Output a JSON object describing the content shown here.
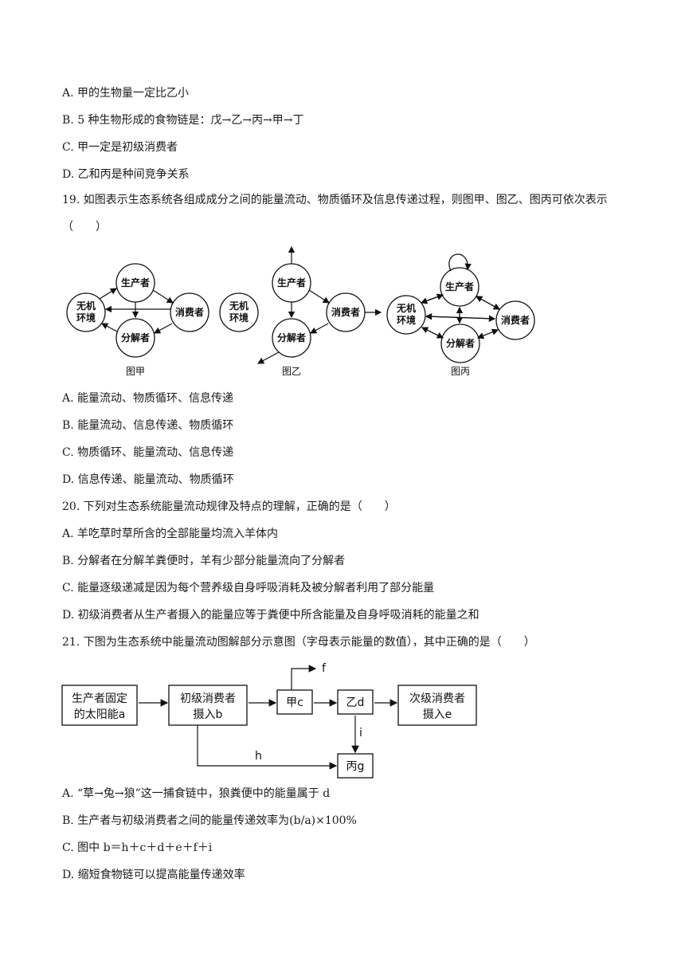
{
  "q18": {
    "options": [
      "A. 甲的生物量一定比乙小",
      "B. 5 种生物形成的食物链是：戊→乙→丙→甲→丁",
      "C. 甲一定是初级消费者",
      "D. 乙和丙是种间竞争关系"
    ]
  },
  "q19": {
    "stem": "19. 如图表示生态系统各组成成分之间的能量流动、物质循环及信息传递过程，则图甲、图乙、图丙可依次表示（　　）",
    "nodes": {
      "producer": "生产者",
      "consumer": "消费者",
      "decomposer": "分解者",
      "env_line1": "无机",
      "env_line2": "环境"
    },
    "figure_labels": [
      "图甲",
      "图乙",
      "图丙"
    ],
    "options": [
      "A. 能量流动、物质循环、信息传递",
      "B. 能量流动、信息传递、物质循环",
      "C. 物质循环、能量流动、信息传递",
      "D. 信息传递、能量流动、物质循环"
    ]
  },
  "q20": {
    "stem": "20. 下列对生态系统能量流动规律及特点的理解，正确的是（　　）",
    "options": [
      "A. 羊吃草时草所含的全部能量均流入羊体内",
      "B. 分解者在分解羊粪便时，羊有少部分能量流向了分解者",
      "C. 能量逐级递减是因为每个营养级自身呼吸消耗及被分解者利用了部分能量",
      "D. 初级消费者从生产者摄入的能量应等于粪便中所含能量及自身呼吸消耗的能量之和"
    ]
  },
  "q21": {
    "stem": "21. 下图为生态系统中能量流动图解部分示意图（字母表示能量的数值），其中正确的是（　　）",
    "boxes": {
      "producer_l1": "生产者固定",
      "producer_l2": "的太阳能a",
      "primary_l1": "初级消费者",
      "primary_l2": "摄入b",
      "jia": "甲c",
      "yi": "乙d",
      "secondary_l1": "次级消费者",
      "secondary_l2": "摄入e",
      "bing": "丙g"
    },
    "letters": {
      "f": "f",
      "i": "i",
      "h": "h"
    },
    "options": [
      "A. “草→兔→狼”这一捕食链中，狼粪便中的能量属于 d",
      "B. 生产者与初级消费者之间的能量传递效率为(b/a)×100%",
      "C. 图中 b＝h＋c＋d＋e＋f＋i",
      "D. 缩短食物链可以提高能量传递效率"
    ]
  }
}
